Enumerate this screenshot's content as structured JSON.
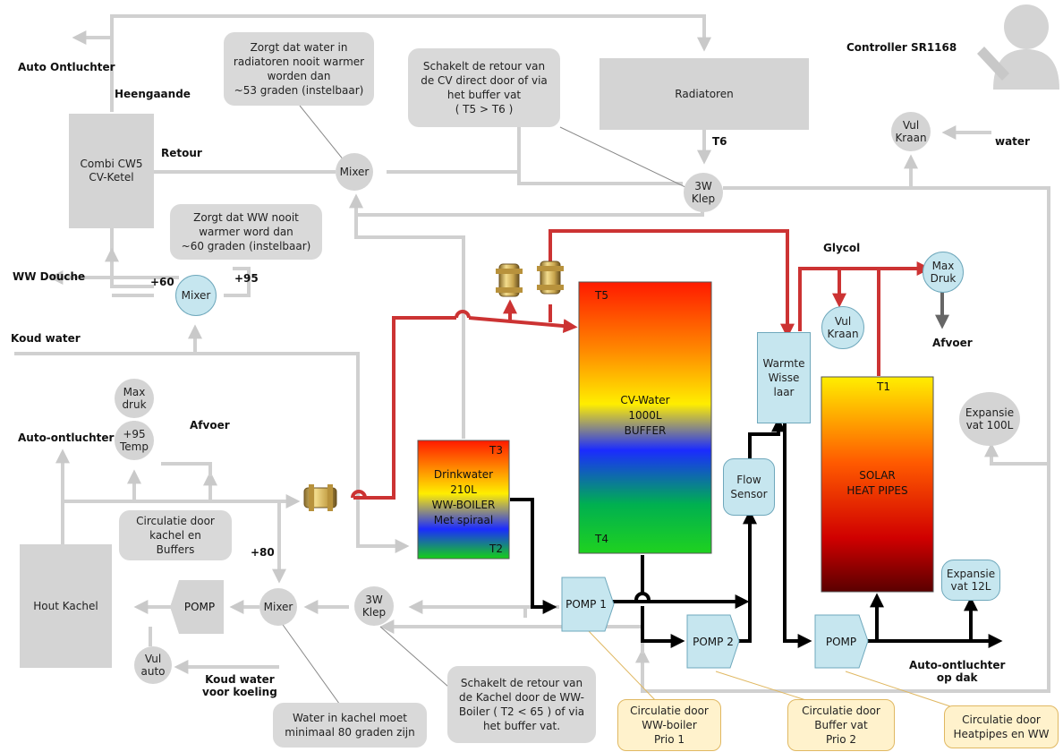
{
  "title": "Controller SR1168",
  "boxes": {
    "combi": "Combi CW5\nCV-Ketel",
    "radiatoren": "Radiatoren",
    "houtkachel": "Hout Kachel"
  },
  "tanks": {
    "buffer": {
      "text": "CV-Water\n1000L\nBUFFER",
      "top": "T5",
      "bottom": "T4"
    },
    "boiler": {
      "text": "Drinkwater\n210L\nWW-BOILER\nMet spiraal",
      "top": "T3",
      "bottom": "T2"
    },
    "solar": {
      "text": "SOLAR\nHEAT PIPES",
      "top": "T1"
    }
  },
  "circles": {
    "mixer_top": "Mixer",
    "mixer_ww": "Mixer",
    "mixer_bottom": "Mixer",
    "klep_top": "3W\nKlep",
    "klep_bottom": "3W\nKlep",
    "vul_kraan_top": "Vul\nKraan",
    "max_druk_left": "Max\ndruk",
    "temp_left": "+95\nTemp",
    "vul_auto": "Vul\nauto",
    "vul_kraan_glycol": "Vul\nKraan",
    "max_druk_glycol": "Max\nDruk",
    "expansie_100": "Expansie\nvat 100L",
    "expansie_12": "Expansie\nvat 12L"
  },
  "blue_boxes": {
    "warmte": "Warmte\nWisse\nlaar",
    "flow": "Flow\nSensor"
  },
  "pumps": {
    "pomp_kachel": "POMP",
    "pomp1": "POMP 1",
    "pomp2": "POMP 2",
    "pomp_solar": "POMP"
  },
  "notes": {
    "mixer_rad": "Zorgt dat water in\nradiatoren nooit warmer\nworden dan\n~53 graden (instelbaar)",
    "klep_retour": "Schakelt de retour van\nde CV direct door of via\nhet buffer vat\n( T5 > T6 )",
    "mixer_ww": "Zorgt dat WW nooit\nwarmer word dan\n~60 graden (instelbaar)",
    "circ_kachel": "Circulatie door\nkachel en\nBuffers",
    "kachel_80": "Water in kachel moet\nminimaal 80 graden zijn",
    "klep_kachel": "Schakelt de retour van\nde Kachel door de WW-\nBoiler ( T2 < 65 ) of via\nhet buffer vat."
  },
  "prio_notes": {
    "prio1": "Circulatie door\nWW-boiler\nPrio 1",
    "prio2": "Circulatie door\nBuffer vat\nPrio 2",
    "heatpipes": "Circulatie door\nHeatpipes en WW"
  },
  "labels": {
    "auto_ontluchter_top": "Auto Ontluchter",
    "heengaande": "Heengaande",
    "retour": "Retour",
    "ww_douche": "WW Douche",
    "plus60": "+60",
    "plus95": "+95",
    "koud_water": "Koud water",
    "auto_ontluchter_left": "Auto-ontluchter",
    "afvoer_left": "Afvoer",
    "plus80": "+80",
    "koud_water_koeling": "Koud water\nvoor koeling",
    "t6": "T6",
    "water": "water",
    "glycol": "Glycol",
    "afvoer_right": "Afvoer",
    "auto_ontluchter_dak": "Auto-ontluchter\nop dak"
  },
  "colors": {
    "grey_pipe": "#d0d0d0",
    "red_pipe": "#cc3333",
    "black_pipe": "#000000",
    "light_blue": "#c6e6ef",
    "note_grey": "#d9d9d9",
    "note_orange": "#fff2cc"
  }
}
